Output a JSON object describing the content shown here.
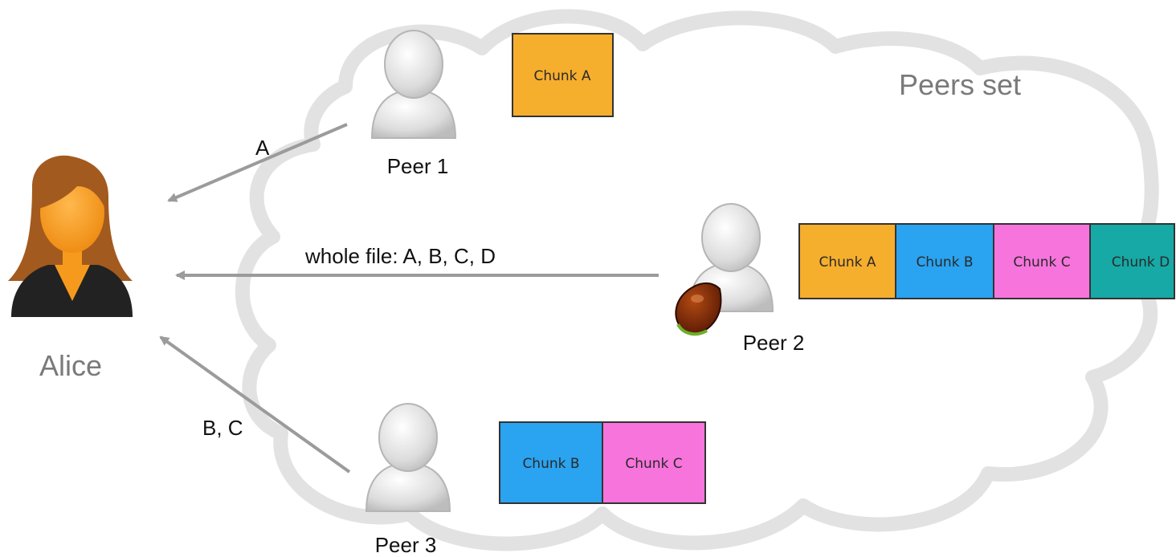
{
  "cloud": {
    "label": "Peers set",
    "stroke_color": "#e2e2e2"
  },
  "alice": {
    "label": "Alice",
    "hair_color": "#a35a1f",
    "skin_color": "#f59a1c"
  },
  "peers": [
    {
      "label": "Peer 1",
      "chunks": [
        {
          "label": "Chunk A",
          "color": "#f6ae2d"
        }
      ]
    },
    {
      "label": "Peer 2",
      "seed_icon": "seed-icon",
      "chunks": [
        {
          "label": "Chunk A",
          "color": "#f6ae2d"
        },
        {
          "label": "Chunk B",
          "color": "#2aa3f0"
        },
        {
          "label": "Chunk C",
          "color": "#f774dd"
        },
        {
          "label": "Chunk D",
          "color": "#16a9a6"
        }
      ]
    },
    {
      "label": "Peer 3",
      "chunks": [
        {
          "label": "Chunk B",
          "color": "#2aa3f0"
        },
        {
          "label": "Chunk C",
          "color": "#f774dd"
        }
      ]
    }
  ],
  "transfers": [
    {
      "from": "Peer 1",
      "label": "A"
    },
    {
      "from": "Peer 2",
      "label": "whole file: A, B, C, D"
    },
    {
      "from": "Peer 3",
      "label": "B, C"
    }
  ],
  "arrow_color": "#9b9b9b"
}
